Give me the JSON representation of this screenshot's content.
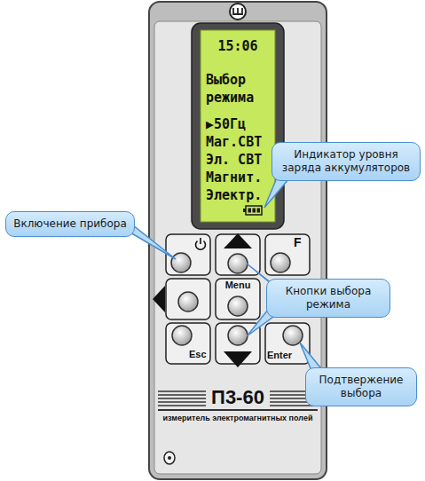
{
  "diagram": {
    "nodes": [
      {
        "text": [
          "15:06",
          "Выбор режима",
          "▶50Гц",
          "Маг.СВТ",
          "Эл. СВТ",
          "Магнит.",
          "Электр."
        ]
      },
      {
        "text": [
          "Индикатор уровня заряда аккумуляторов"
        ]
      },
      {
        "text": [
          "Включение прибора"
        ]
      },
      {
        "text": [
          "Кнопки выбора режима"
        ]
      },
      {
        "text": [
          "Подтвержение выбора"
        ]
      }
    ],
    "labels": [
      "F",
      "Menu",
      "Esc",
      "Enter",
      "П3-60",
      "измеритель электромагнитных полей"
    ]
  }
}
